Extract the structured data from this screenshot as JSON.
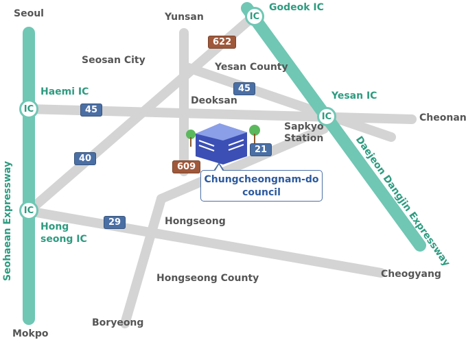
{
  "places": {
    "seoul": "Seoul",
    "yunsan": "Yunsan",
    "seosan": "Seosan City",
    "yesan_county": "Yesan County",
    "deoksan": "Deoksan",
    "sapkyo": "Sapkyo",
    "station": "Station",
    "cheonan": "Cheonan",
    "hongseong": "Hongseong",
    "hongseong_county": "Hongseong County",
    "cheogyang": "Cheogyang",
    "boryeong": "Boryeong",
    "mokpo": "Mokpo"
  },
  "interchanges": {
    "godeok": "Godeok IC",
    "haemi": "Haemi IC",
    "yesan": "Yesan IC",
    "hong": "Hong",
    "seong": "seong IC",
    "ic": "IC"
  },
  "expressways": {
    "seohaean": "Seohaean Expressway",
    "daejeon": "Daejeon Dangjin Expressway"
  },
  "routes": {
    "r622": "622",
    "r45a": "45",
    "r45b": "45",
    "r40": "40",
    "r21": "21",
    "r609": "609",
    "r29": "29"
  },
  "destination": {
    "line1": "Chungcheongnam-do",
    "line2": "council"
  },
  "colors": {
    "expressway": "#6fc7b4",
    "road": "#d4d4d4",
    "national_route": "#4a6fa5",
    "local_route": "#a0583a"
  }
}
